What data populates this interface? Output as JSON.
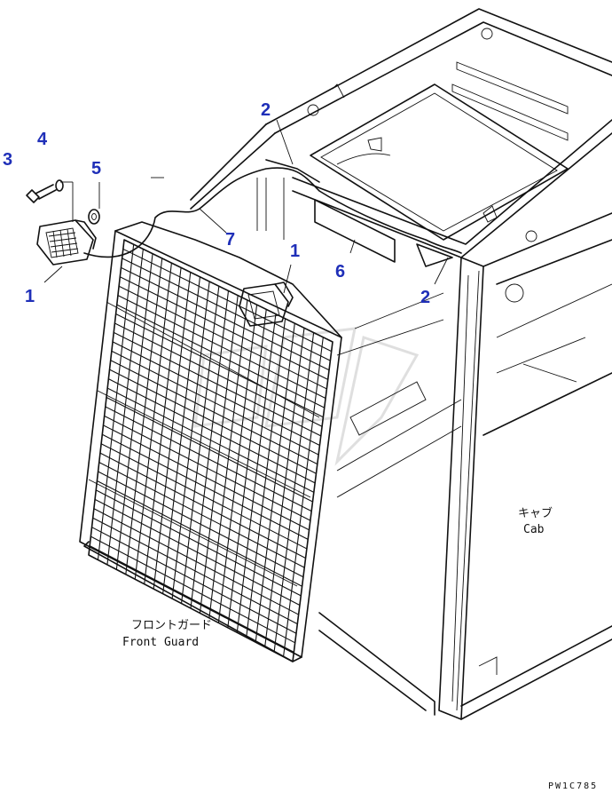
{
  "callouts": {
    "c1a": "1",
    "c1b": "1",
    "c2a": "2",
    "c2b": "2",
    "c3": "3",
    "c4": "4",
    "c5": "5",
    "c6": "6",
    "c7": "7"
  },
  "labels": {
    "front_guard_jp": "フロントガード",
    "front_guard_en": "Front Guard",
    "cab_jp": "キャブ",
    "cab_en": "Cab"
  },
  "drawing_code": "PW1C785",
  "colors": {
    "callout": "#1f2fb8",
    "line": "#111111",
    "background": "#ffffff"
  }
}
